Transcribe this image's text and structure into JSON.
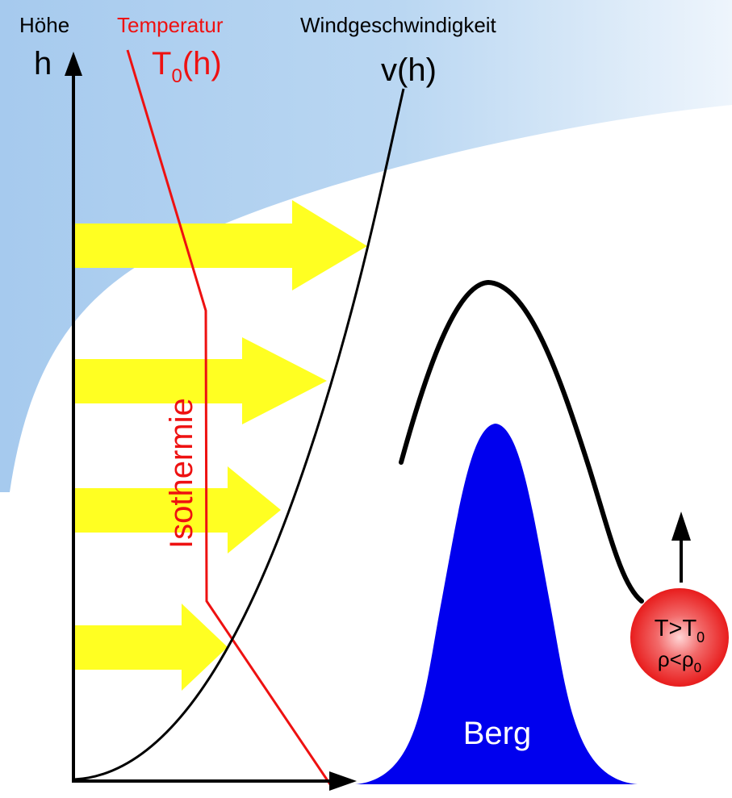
{
  "labels": {
    "height_caption": "Höhe",
    "height_symbol": "h",
    "temperature_caption": "Temperatur",
    "temperature_symbol_main": "T",
    "temperature_symbol_sub": "0",
    "temperature_symbol_arg": "(h)",
    "wind_caption": "Windgeschwindigkeit",
    "wind_symbol": "v(h)",
    "isothermal": "Isothermie",
    "mountain": "Berg",
    "parcel_temp_main": "T>T",
    "parcel_temp_sub": "0",
    "parcel_density_main": "ρ<ρ",
    "parcel_density_sub": "0"
  },
  "colors": {
    "sky": "#aacdee",
    "wind_arrows": "#ffff22",
    "temperature": "#ee1111",
    "mountain": "#0000ee",
    "axis": "#000000",
    "parcel": "#ee2222"
  },
  "icons": {
    "wind_arrow": "right-arrow-icon",
    "rising_arrow": "up-arrow-icon"
  }
}
